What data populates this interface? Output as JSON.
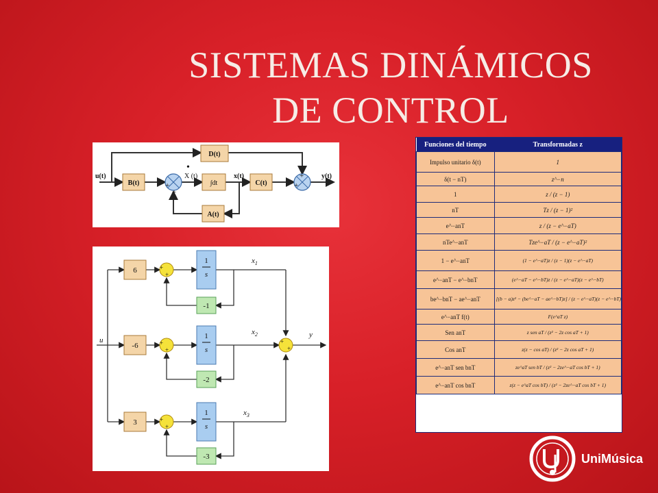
{
  "title": {
    "line1": "SISTEMAS DINÁMICOS",
    "line2": "DE CONTROL"
  },
  "diagram1": {
    "blocks": {
      "d": "D(t)",
      "b": "B(t)",
      "int": "∫dt",
      "c": "C(t)",
      "a": "A(t)"
    },
    "signals": {
      "u": "u(t)",
      "xdot": "X (t)",
      "x": "x(t)",
      "y": "y(t)"
    },
    "sign": "+"
  },
  "diagram2": {
    "gains": [
      "6",
      "-6",
      "3"
    ],
    "feedback": [
      "-1",
      "-2",
      "-3"
    ],
    "integrator": {
      "num": "1",
      "den": "s"
    },
    "states": [
      {
        "base": "x",
        "sub": "1"
      },
      {
        "base": "x",
        "sub": "2"
      },
      {
        "base": "x",
        "sub": "3"
      }
    ],
    "input": "u",
    "output": "y",
    "sign": "+"
  },
  "ztable": {
    "headers": [
      "Funciones del tiempo",
      "Transformadas z"
    ],
    "rows": [
      {
        "f": "Impulso unitario δ(t)",
        "z": "1"
      },
      {
        "f": "δ(t − nT)",
        "z": "z^−n"
      },
      {
        "f": "1",
        "z": "z / (z − 1)"
      },
      {
        "f": "nT",
        "z": "Tz / (z − 1)²"
      },
      {
        "f": "e^−anT",
        "z": "z / (z − e^−aT)"
      },
      {
        "f": "nTe^−anT",
        "z": "Tze^−aT / (z − e^−aT)²"
      },
      {
        "f": "1 − e^−anT",
        "z": "(1 − e^−aT)z / (z − 1)(z − e^−aT)"
      },
      {
        "f": "e^−anT − e^−bnT",
        "z": "(e^−aT − e^−bT)z / (z − e^−aT)(z − e^−bT)"
      },
      {
        "f": "be^−bnT − ae^−anT",
        "z": "[(b − a)z² − (be^−aT − ae^−bT)z] / (z − e^−aT)(z − e^−bT)"
      },
      {
        "f": "e^−anT f(t)",
        "z": "F(e^aT z)"
      },
      {
        "f": "Sen anT",
        "z": "z sen aT / (z² − 2z cos aT + 1)"
      },
      {
        "f": "Cos anT",
        "z": "z(z − cos aT) / (z² − 2z cos aT + 1)"
      },
      {
        "f": "e^−anT sen bnT",
        "z": "ze^aT sen bT / (z² − 2ze^−aT cos bT + 1)"
      },
      {
        "f": "e^−anT cos bnT",
        "z": "z(z − e^aT cos bT) / (z² − 2ze^−aT cos bT + 1)"
      }
    ]
  },
  "logo": {
    "text": "UniMúsica",
    "icon": "unimusica-logo-icon",
    "colors": {
      "ring": "#ffffff",
      "bg": "#c8181e"
    }
  }
}
